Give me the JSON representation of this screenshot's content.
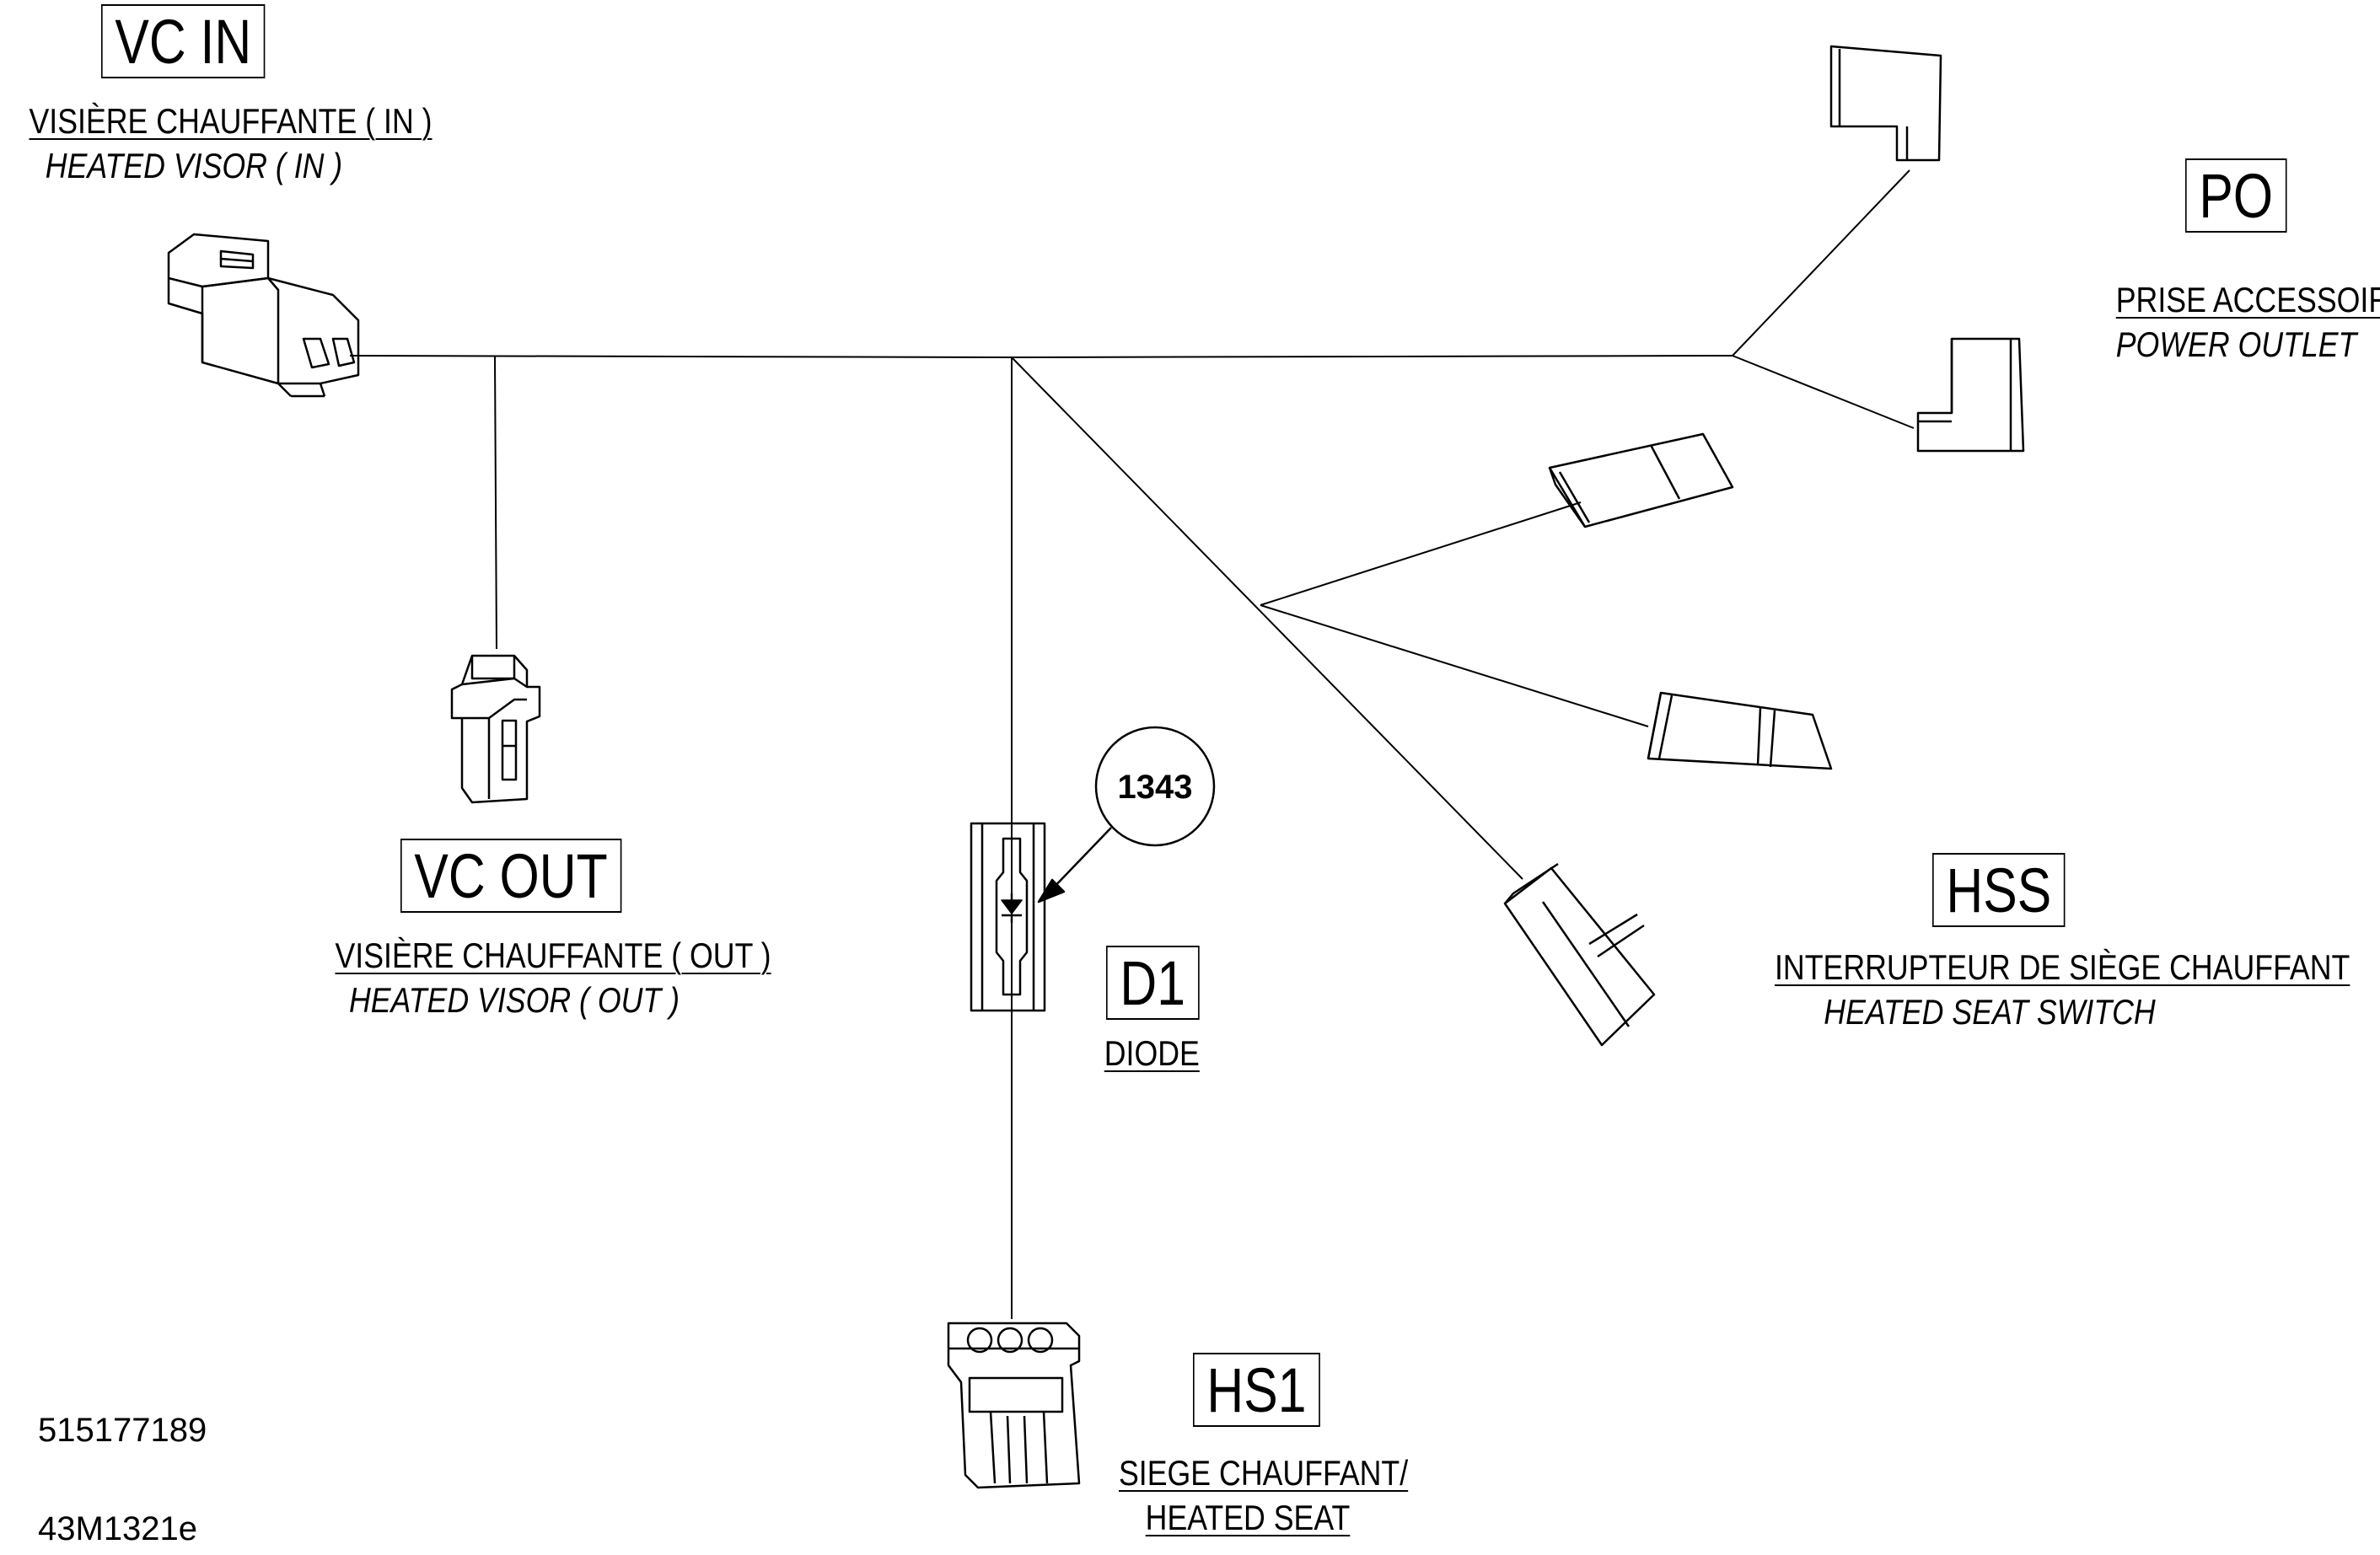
{
  "connectors": {
    "vc_in": {
      "code": "VC IN",
      "label_fr": "VISIÈRE CHAUFFANTE ( IN )",
      "label_en": "HEATED VISOR ( IN )"
    },
    "vc_out": {
      "code": "VC OUT",
      "label_fr": "VISIÈRE CHAUFFANTE ( OUT )",
      "label_en": "HEATED VISOR ( OUT )"
    },
    "po": {
      "code": "PO",
      "label_fr": "PRISE ACCESSOIRE",
      "label_en": "POWER OUTLET"
    },
    "hss": {
      "code": "HSS",
      "label_fr": "INTERRUPTEUR DE SIÈGE CHAUFFANT",
      "label_en": "HEATED SEAT SWITCH"
    },
    "d1": {
      "code": "D1",
      "label": "DIODE"
    },
    "hs1": {
      "code": "HS1",
      "label_fr": "SIEGE CHAUFFANT/",
      "label_en": "HEATED SEAT"
    }
  },
  "callout": {
    "number": "1343"
  },
  "footer": {
    "part_number": "515177189",
    "drawing_ref": "43M1321e"
  }
}
